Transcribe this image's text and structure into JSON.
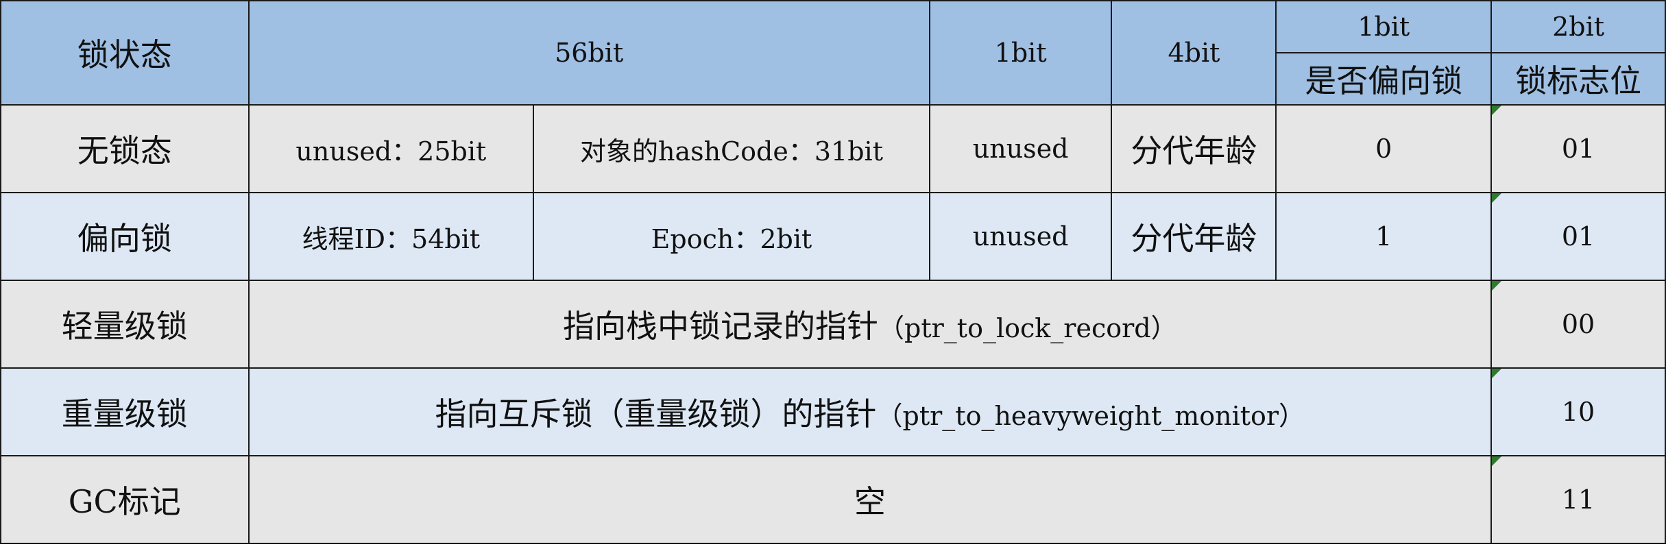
{
  "header": {
    "state": "锁状态",
    "bits56": "56bit",
    "bits1a": "1bit",
    "bits4": "4bit",
    "bits1b": "1bit",
    "bits2": "2bit",
    "biased_flag": "是否偏向锁",
    "lock_flag": "锁标志位"
  },
  "rows": {
    "unlocked": {
      "state": "无锁态",
      "unused25": "unused：25bit",
      "hash": "对象的hashCode：31bit",
      "unused": "unused",
      "age": "分代年龄",
      "biased": "0",
      "flag": "01"
    },
    "biased": {
      "state": "偏向锁",
      "thread": "线程ID：54bit",
      "epoch": "Epoch：2bit",
      "unused": "unused",
      "age": "分代年龄",
      "biased": "1",
      "flag": "01"
    },
    "lightweight": {
      "state": "轻量级锁",
      "content_cjk": "指向栈中锁记录的指针",
      "content_latin": "（ptr_to_lock_record）",
      "flag": "00"
    },
    "heavyweight": {
      "state": "重量级锁",
      "content_cjk": "指向互斥锁（重量级锁）的指针",
      "content_latin": "（ptr_to_heavyweight_monitor）",
      "flag": "10"
    },
    "gc": {
      "state": "GC标记",
      "content": "空",
      "flag": "11"
    }
  },
  "colors": {
    "header_bg": "#9fbfe3",
    "gray_row": "#e6e6e6",
    "blue_row": "#dde8f4",
    "corner_mark": "#2f7a2f"
  }
}
